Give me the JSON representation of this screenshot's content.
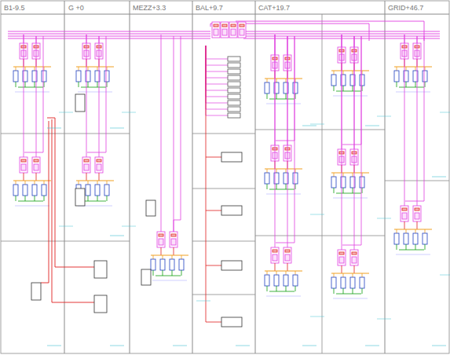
{
  "diagram": {
    "labels": [
      "B1-9.5",
      "G +0",
      "MEZZ+3.3",
      "BAL+9.7",
      "CAT+19.7",
      "GRID+46.7"
    ]
  }
}
